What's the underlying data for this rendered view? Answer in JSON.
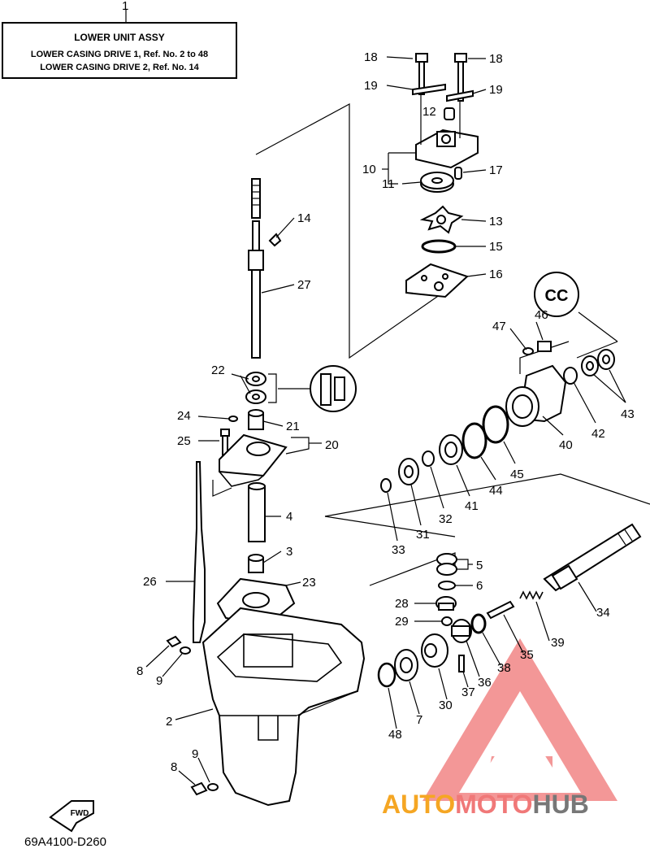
{
  "box": {
    "ref_number": "1",
    "title": "LOWER UNIT ASSY",
    "line1": "LOWER CASING DRIVE 1, Ref. No. 2 to 48",
    "line2": "LOWER CASING DRIVE 2, Ref. No. 14"
  },
  "callouts": [
    {
      "id": "c18a",
      "text": "18"
    },
    {
      "id": "c18b",
      "text": "18"
    },
    {
      "id": "c19a",
      "text": "19"
    },
    {
      "id": "c19b",
      "text": "19"
    },
    {
      "id": "c12",
      "text": "12"
    },
    {
      "id": "c10",
      "text": "10"
    },
    {
      "id": "c17",
      "text": "17"
    },
    {
      "id": "c11",
      "text": "11"
    },
    {
      "id": "c13",
      "text": "13"
    },
    {
      "id": "c15",
      "text": "15"
    },
    {
      "id": "c16",
      "text": "16"
    },
    {
      "id": "c14",
      "text": "14"
    },
    {
      "id": "c27",
      "text": "27"
    },
    {
      "id": "c46",
      "text": "46"
    },
    {
      "id": "c47",
      "text": "47"
    },
    {
      "id": "c22",
      "text": "22"
    },
    {
      "id": "c24",
      "text": "24"
    },
    {
      "id": "c21",
      "text": "21"
    },
    {
      "id": "c25",
      "text": "25"
    },
    {
      "id": "c20",
      "text": "20"
    },
    {
      "id": "c42",
      "text": "42"
    },
    {
      "id": "c43",
      "text": "43"
    },
    {
      "id": "c40",
      "text": "40"
    },
    {
      "id": "c45",
      "text": "45"
    },
    {
      "id": "c44",
      "text": "44"
    },
    {
      "id": "c41",
      "text": "41"
    },
    {
      "id": "c32",
      "text": "32"
    },
    {
      "id": "c31",
      "text": "31"
    },
    {
      "id": "c33",
      "text": "33"
    },
    {
      "id": "c4",
      "text": "4"
    },
    {
      "id": "c3",
      "text": "3"
    },
    {
      "id": "c5",
      "text": "5"
    },
    {
      "id": "c6",
      "text": "6"
    },
    {
      "id": "c26",
      "text": "26"
    },
    {
      "id": "c23",
      "text": "23"
    },
    {
      "id": "c28",
      "text": "28"
    },
    {
      "id": "c34",
      "text": "34"
    },
    {
      "id": "c29",
      "text": "29"
    },
    {
      "id": "c39",
      "text": "39"
    },
    {
      "id": "c35",
      "text": "35"
    },
    {
      "id": "c38",
      "text": "38"
    },
    {
      "id": "c8a",
      "text": "8"
    },
    {
      "id": "c9a",
      "text": "9"
    },
    {
      "id": "c36",
      "text": "36"
    },
    {
      "id": "c37",
      "text": "37"
    },
    {
      "id": "c30",
      "text": "30"
    },
    {
      "id": "c7",
      "text": "7"
    },
    {
      "id": "c2",
      "text": "2"
    },
    {
      "id": "c48",
      "text": "48"
    },
    {
      "id": "c9b",
      "text": "9"
    },
    {
      "id": "c8b",
      "text": "8"
    }
  ],
  "fwd_label": "FWD",
  "diagram_code": "69A4100-D260",
  "watermark": {
    "part1": "AUTO",
    "part2": "MOTO",
    "part3": "HUB",
    "color_accent": "#f5a623",
    "color_red": "#f07878",
    "color_gray": "#777777"
  },
  "colors": {
    "line": "#000000",
    "background": "#ffffff"
  }
}
